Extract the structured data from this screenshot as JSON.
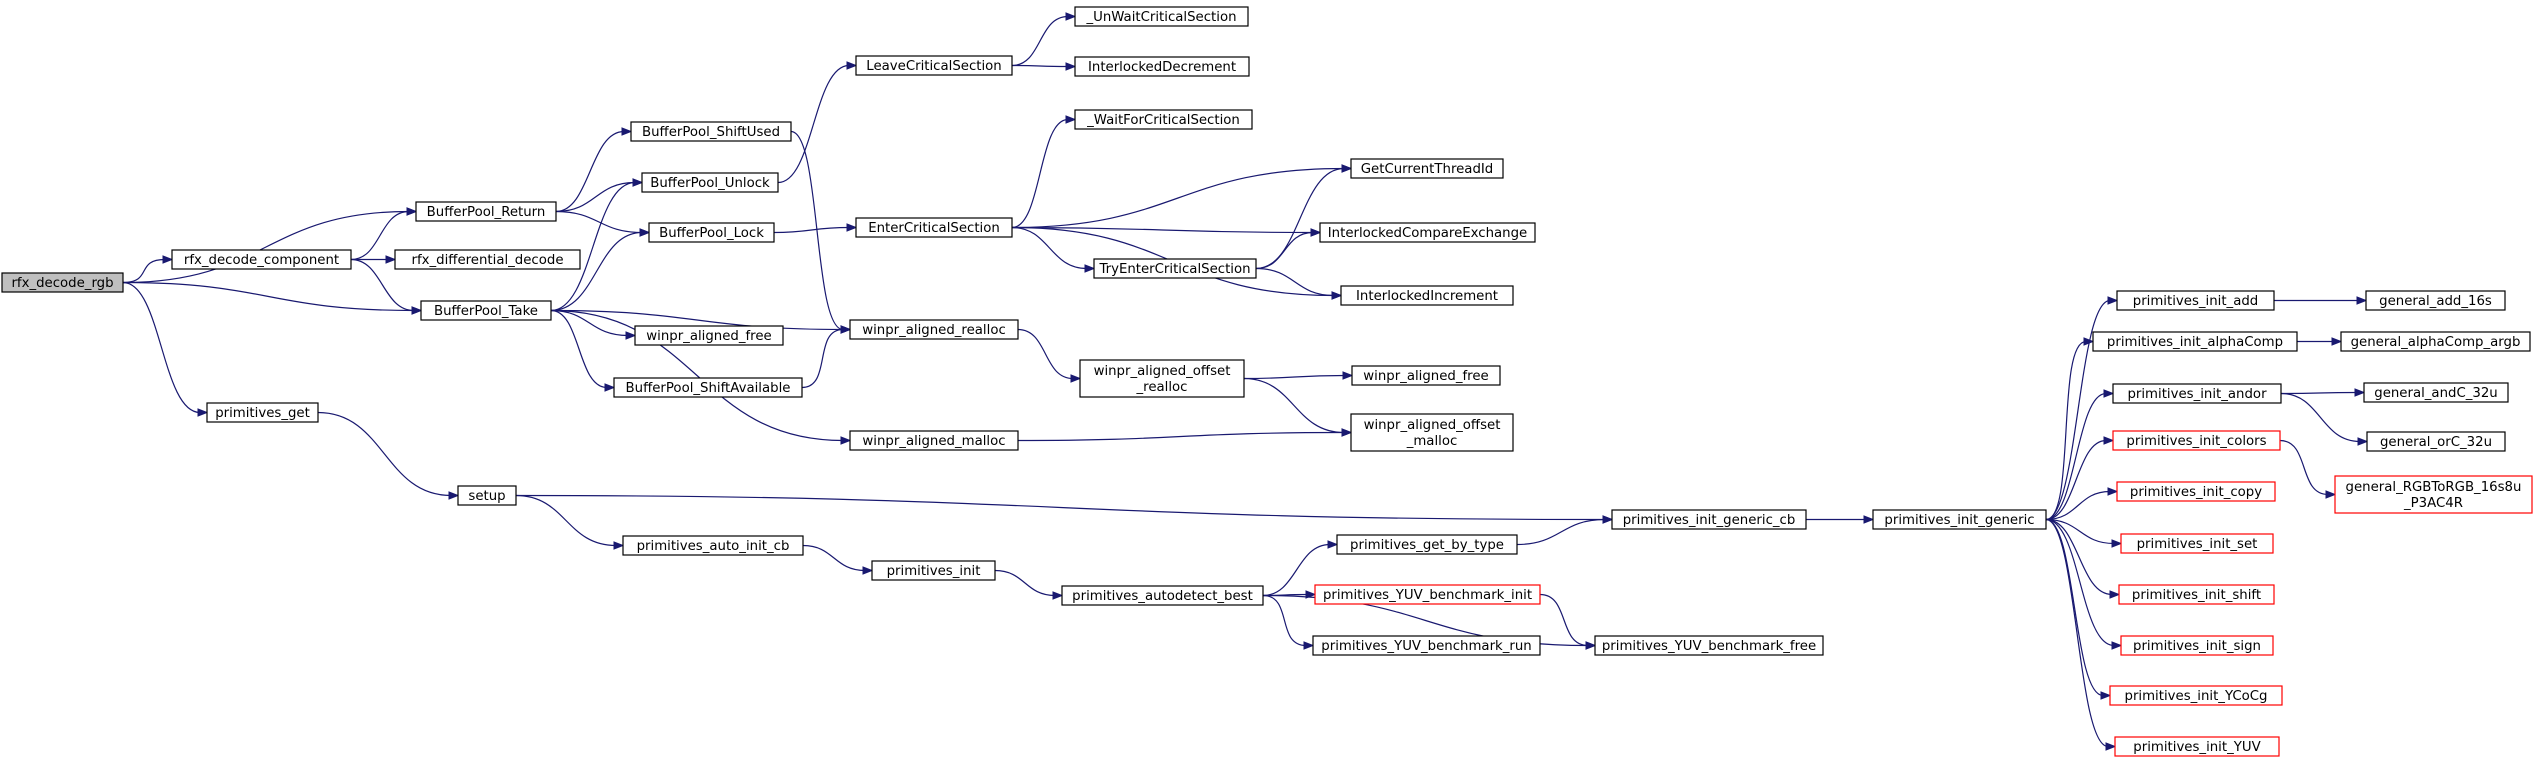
{
  "colors": {
    "edge": "#191970",
    "node_border": "#000000",
    "node_border_truncated": "#ff0000",
    "root_fill": "#bfbfbf",
    "node_fill": "#ffffff"
  },
  "nodes": [
    {
      "id": "rfx_decode_rgb",
      "lines": [
        "rfx_decode_rgb"
      ],
      "style": "root"
    },
    {
      "id": "rfx_decode_component",
      "lines": [
        "rfx_decode_component"
      ]
    },
    {
      "id": "rfx_differential_decode",
      "lines": [
        "rfx_differential_decode"
      ]
    },
    {
      "id": "BufferPool_Return",
      "lines": [
        "BufferPool_Return"
      ]
    },
    {
      "id": "BufferPool_ShiftUsed",
      "lines": [
        "BufferPool_ShiftUsed"
      ]
    },
    {
      "id": "BufferPool_Unlock",
      "lines": [
        "BufferPool_Unlock"
      ]
    },
    {
      "id": "BufferPool_Lock",
      "lines": [
        "BufferPool_Lock"
      ]
    },
    {
      "id": "BufferPool_Take",
      "lines": [
        "BufferPool_Take"
      ]
    },
    {
      "id": "winpr_aligned_free_1",
      "lines": [
        "winpr_aligned_free"
      ]
    },
    {
      "id": "BufferPool_ShiftAvailable",
      "lines": [
        "BufferPool_ShiftAvailable"
      ]
    },
    {
      "id": "LeaveCriticalSection",
      "lines": [
        "LeaveCriticalSection"
      ]
    },
    {
      "id": "EnterCriticalSection",
      "lines": [
        "EnterCriticalSection"
      ]
    },
    {
      "id": "TryEnterCriticalSection",
      "lines": [
        "TryEnterCriticalSection"
      ]
    },
    {
      "id": "_UnWaitCriticalSection",
      "lines": [
        "_UnWaitCriticalSection"
      ]
    },
    {
      "id": "InterlockedDecrement",
      "lines": [
        "InterlockedDecrement"
      ]
    },
    {
      "id": "_WaitForCriticalSection",
      "lines": [
        "_WaitForCriticalSection"
      ]
    },
    {
      "id": "GetCurrentThreadId",
      "lines": [
        "GetCurrentThreadId"
      ]
    },
    {
      "id": "InterlockedCompareExchange",
      "lines": [
        "InterlockedCompareExchange"
      ]
    },
    {
      "id": "InterlockedIncrement",
      "lines": [
        "InterlockedIncrement"
      ]
    },
    {
      "id": "winpr_aligned_realloc",
      "lines": [
        "winpr_aligned_realloc"
      ]
    },
    {
      "id": "winpr_aligned_offset_realloc",
      "lines": [
        "winpr_aligned_offset",
        "_realloc"
      ]
    },
    {
      "id": "winpr_aligned_free_2",
      "lines": [
        "winpr_aligned_free"
      ]
    },
    {
      "id": "winpr_aligned_offset_malloc",
      "lines": [
        "winpr_aligned_offset",
        "_malloc"
      ]
    },
    {
      "id": "winpr_aligned_malloc",
      "lines": [
        "winpr_aligned_malloc"
      ]
    },
    {
      "id": "primitives_get",
      "lines": [
        "primitives_get"
      ]
    },
    {
      "id": "setup",
      "lines": [
        "setup"
      ]
    },
    {
      "id": "primitives_auto_init_cb",
      "lines": [
        "primitives_auto_init_cb"
      ]
    },
    {
      "id": "primitives_init",
      "lines": [
        "primitives_init"
      ]
    },
    {
      "id": "primitives_autodetect_best",
      "lines": [
        "primitives_autodetect_best"
      ]
    },
    {
      "id": "primitives_get_by_type",
      "lines": [
        "primitives_get_by_type"
      ]
    },
    {
      "id": "primitives_YUV_benchmark_init",
      "lines": [
        "primitives_YUV_benchmark_init"
      ],
      "style": "red"
    },
    {
      "id": "primitives_YUV_benchmark_run",
      "lines": [
        "primitives_YUV_benchmark_run"
      ]
    },
    {
      "id": "primitives_YUV_benchmark_free",
      "lines": [
        "primitives_YUV_benchmark_free"
      ]
    },
    {
      "id": "primitives_init_generic_cb",
      "lines": [
        "primitives_init_generic_cb"
      ]
    },
    {
      "id": "primitives_init_generic",
      "lines": [
        "primitives_init_generic"
      ]
    },
    {
      "id": "primitives_init_add",
      "lines": [
        "primitives_init_add"
      ]
    },
    {
      "id": "primitives_init_alphaComp",
      "lines": [
        "primitives_init_alphaComp"
      ]
    },
    {
      "id": "primitives_init_andor",
      "lines": [
        "primitives_init_andor"
      ]
    },
    {
      "id": "primitives_init_colors",
      "lines": [
        "primitives_init_colors"
      ],
      "style": "red"
    },
    {
      "id": "primitives_init_copy",
      "lines": [
        "primitives_init_copy"
      ],
      "style": "red"
    },
    {
      "id": "primitives_init_set",
      "lines": [
        "primitives_init_set"
      ],
      "style": "red"
    },
    {
      "id": "primitives_init_shift",
      "lines": [
        "primitives_init_shift"
      ],
      "style": "red"
    },
    {
      "id": "primitives_init_sign",
      "lines": [
        "primitives_init_sign"
      ],
      "style": "red"
    },
    {
      "id": "primitives_init_YCoCg",
      "lines": [
        "primitives_init_YCoCg"
      ],
      "style": "red"
    },
    {
      "id": "primitives_init_YUV",
      "lines": [
        "primitives_init_YUV"
      ],
      "style": "red"
    },
    {
      "id": "general_add_16s",
      "lines": [
        "general_add_16s"
      ]
    },
    {
      "id": "general_alphaComp_argb",
      "lines": [
        "general_alphaComp_argb"
      ]
    },
    {
      "id": "general_andC_32u",
      "lines": [
        "general_andC_32u"
      ]
    },
    {
      "id": "general_orC_32u",
      "lines": [
        "general_orC_32u"
      ]
    },
    {
      "id": "general_RGBToRGB_16s8u_P3AC4R",
      "lines": [
        "general_RGBToRGB_16s8u",
        "_P3AC4R"
      ],
      "style": "red"
    }
  ],
  "edges": [
    [
      "rfx_decode_rgb",
      "BufferPool_Return"
    ],
    [
      "rfx_decode_rgb",
      "rfx_decode_component"
    ],
    [
      "rfx_decode_rgb",
      "BufferPool_Take"
    ],
    [
      "rfx_decode_rgb",
      "primitives_get"
    ],
    [
      "rfx_decode_component",
      "BufferPool_Return"
    ],
    [
      "rfx_decode_component",
      "rfx_differential_decode"
    ],
    [
      "rfx_decode_component",
      "BufferPool_Take"
    ],
    [
      "BufferPool_Return",
      "BufferPool_ShiftUsed"
    ],
    [
      "BufferPool_Return",
      "BufferPool_Unlock"
    ],
    [
      "BufferPool_Return",
      "BufferPool_Lock"
    ],
    [
      "BufferPool_ShiftUsed",
      "winpr_aligned_realloc"
    ],
    [
      "BufferPool_Unlock",
      "LeaveCriticalSection"
    ],
    [
      "BufferPool_Lock",
      "EnterCriticalSection"
    ],
    [
      "BufferPool_Take",
      "BufferPool_Unlock"
    ],
    [
      "BufferPool_Take",
      "BufferPool_Lock"
    ],
    [
      "BufferPool_Take",
      "winpr_aligned_realloc"
    ],
    [
      "BufferPool_Take",
      "winpr_aligned_free_1"
    ],
    [
      "BufferPool_Take",
      "BufferPool_ShiftAvailable"
    ],
    [
      "BufferPool_Take",
      "winpr_aligned_malloc"
    ],
    [
      "BufferPool_ShiftAvailable",
      "winpr_aligned_realloc"
    ],
    [
      "LeaveCriticalSection",
      "_UnWaitCriticalSection"
    ],
    [
      "LeaveCriticalSection",
      "InterlockedDecrement"
    ],
    [
      "EnterCriticalSection",
      "_WaitForCriticalSection"
    ],
    [
      "EnterCriticalSection",
      "GetCurrentThreadId"
    ],
    [
      "EnterCriticalSection",
      "InterlockedCompareExchange"
    ],
    [
      "EnterCriticalSection",
      "TryEnterCriticalSection"
    ],
    [
      "EnterCriticalSection",
      "InterlockedIncrement"
    ],
    [
      "TryEnterCriticalSection",
      "GetCurrentThreadId"
    ],
    [
      "TryEnterCriticalSection",
      "InterlockedCompareExchange"
    ],
    [
      "TryEnterCriticalSection",
      "InterlockedIncrement"
    ],
    [
      "winpr_aligned_realloc",
      "winpr_aligned_offset_realloc"
    ],
    [
      "winpr_aligned_offset_realloc",
      "winpr_aligned_free_2"
    ],
    [
      "winpr_aligned_offset_realloc",
      "winpr_aligned_offset_malloc"
    ],
    [
      "winpr_aligned_malloc",
      "winpr_aligned_offset_malloc"
    ],
    [
      "primitives_get",
      "setup"
    ],
    [
      "setup",
      "primitives_init_generic_cb"
    ],
    [
      "setup",
      "primitives_auto_init_cb"
    ],
    [
      "primitives_auto_init_cb",
      "primitives_init"
    ],
    [
      "primitives_init",
      "primitives_autodetect_best"
    ],
    [
      "primitives_autodetect_best",
      "primitives_get_by_type"
    ],
    [
      "primitives_autodetect_best",
      "primitives_YUV_benchmark_init"
    ],
    [
      "primitives_autodetect_best",
      "primitives_YUV_benchmark_run"
    ],
    [
      "primitives_autodetect_best",
      "primitives_YUV_benchmark_free"
    ],
    [
      "primitives_YUV_benchmark_init",
      "primitives_YUV_benchmark_free"
    ],
    [
      "primitives_get_by_type",
      "primitives_init_generic_cb"
    ],
    [
      "primitives_init_generic_cb",
      "primitives_init_generic"
    ],
    [
      "primitives_init_generic",
      "primitives_init_add"
    ],
    [
      "primitives_init_generic",
      "primitives_init_alphaComp"
    ],
    [
      "primitives_init_generic",
      "primitives_init_andor"
    ],
    [
      "primitives_init_generic",
      "primitives_init_colors"
    ],
    [
      "primitives_init_generic",
      "primitives_init_copy"
    ],
    [
      "primitives_init_generic",
      "primitives_init_set"
    ],
    [
      "primitives_init_generic",
      "primitives_init_shift"
    ],
    [
      "primitives_init_generic",
      "primitives_init_sign"
    ],
    [
      "primitives_init_generic",
      "primitives_init_YCoCg"
    ],
    [
      "primitives_init_generic",
      "primitives_init_YUV"
    ],
    [
      "primitives_init_add",
      "general_add_16s"
    ],
    [
      "primitives_init_alphaComp",
      "general_alphaComp_argb"
    ],
    [
      "primitives_init_andor",
      "general_andC_32u"
    ],
    [
      "primitives_init_andor",
      "general_orC_32u"
    ],
    [
      "primitives_init_colors",
      "general_RGBToRGB_16s8u_P3AC4R"
    ]
  ]
}
